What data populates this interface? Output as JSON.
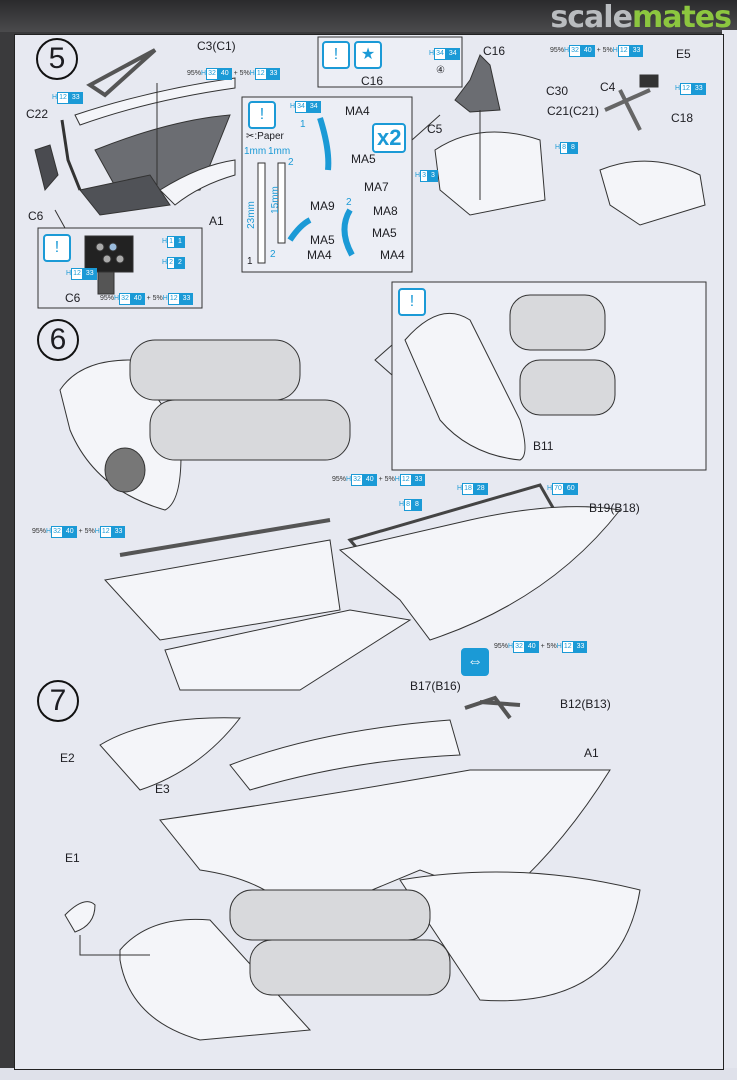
{
  "logo": {
    "part1": "scale",
    "part2": "mates"
  },
  "steps": {
    "s5": "5",
    "s6": "6",
    "s7": "7"
  },
  "paint_mix": {
    "p1": "95%",
    "h1": "H",
    "n1": "32",
    "c1": "40",
    "p2": "+ 5%",
    "h2": "H",
    "n2": "12",
    "c2": "33"
  },
  "paints": {
    "h12_33": {
      "h": "H",
      "n": "12",
      "c": "33"
    },
    "h1_1": {
      "h": "H",
      "n": "1",
      "c": "1"
    },
    "h2_2": {
      "h": "H",
      "n": "2",
      "c": "2"
    },
    "h34_34": {
      "h": "H",
      "n": "34",
      "c": "34"
    },
    "h8_8": {
      "h": "H",
      "n": "8",
      "c": "8"
    },
    "h3_3": {
      "h": "H",
      "n": "3",
      "c": "3"
    },
    "h18_28": {
      "h": "H",
      "n": "18",
      "c": "28"
    },
    "h70_60": {
      "h": "H",
      "n": "70",
      "c": "60"
    }
  },
  "step5": {
    "c3": "C3(C1)",
    "c22": "C22",
    "c6": "C6",
    "a1": "A1",
    "c6b": "C6",
    "paper": ":Paper",
    "mm1": "1mm",
    "mm2": "1mm",
    "len23": "23mm",
    "len15": "15mm",
    "n1": "1",
    "n2": "2",
    "n3": "2",
    "n4": "2",
    "n5": "1",
    "ma4a": "MA4",
    "ma5a": "MA5",
    "ma7": "MA7",
    "x2": "x2",
    "ma9": "MA9",
    "ma8": "MA8",
    "ma5b": "MA5",
    "ma5c": "MA5",
    "ma4b": "MA4",
    "ma4c": "MA4",
    "c16a": "C16",
    "circ4": "④",
    "c16b": "C16",
    "c30": "C30",
    "c5": "C5",
    "e5": "E5",
    "c4": "C4",
    "c18": "C18",
    "c21": "C21(C21)"
  },
  "step6": {
    "b11": "B11",
    "b19": "B19(B18)"
  },
  "step7": {
    "b17": "B17(B16)",
    "b12": "B12(B13)",
    "e2": "E2",
    "e3": "E3",
    "a1": "A1",
    "e1": "E1"
  },
  "icons": {
    "paint": "paint-brush-icon",
    "star": "star-icon",
    "scissors": "scissors-icon",
    "flip": "flip-arrows-icon"
  }
}
